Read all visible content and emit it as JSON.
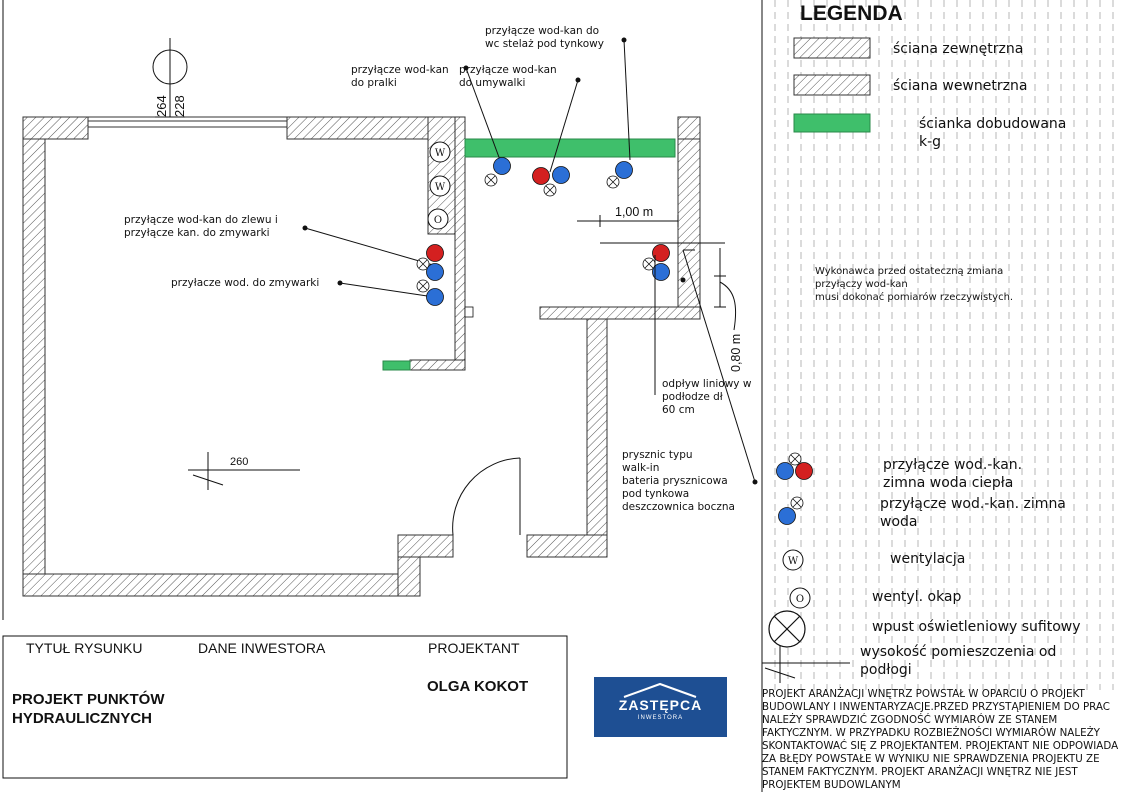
{
  "colors": {
    "wall_hatch": "#555555",
    "green_wall": "#3fbf6b",
    "cold_water": "#2b6fd6",
    "hot_water": "#d42020",
    "logo_bg": "#1e4f93"
  },
  "plan": {
    "dim_264": "264",
    "dim_228": "228",
    "dim_260": "260",
    "dim_100": "1,00 m",
    "dim_080": "0,80 m",
    "vent_w": "W",
    "vent_o": "O",
    "labels": {
      "wc": [
        "przyłącze wod-kan do",
        "wc stelaż pod tynkowy"
      ],
      "pralka": [
        "przyłącze wod-kan",
        "do pralki"
      ],
      "umywalka": [
        "przyłącze wod-kan",
        "do umywalki"
      ],
      "zlew": [
        "przyłącze wod-kan do zlewu i",
        "przyłącze kan. do zmywarki"
      ],
      "zmywarka": [
        "przyłacze wod. do zmywarki"
      ],
      "wykonawca": [
        "Wykonawca przed ostateczną zmiana",
        "przyłączy wod-kan",
        "musi dokonać pomiarów rzeczywistych."
      ],
      "odplyw": [
        "odpływ liniowy w",
        "podłodze dł",
        "60 cm"
      ],
      "prysznic": [
        "prysznic typu",
        "walk-in",
        "bateria prysznicowa",
        "pod tynkowa",
        "deszczownica boczna"
      ]
    }
  },
  "legend": {
    "title": "LEGENDA",
    "items": {
      "sciana_zew": "ściana zewnętrzna",
      "sciana_wew": "ściana wewnetrzna",
      "scianka": [
        "ścianka dobudowana",
        "k-g"
      ],
      "przylacze_cw": [
        "przyłącze wod.-kan.",
        "zimna woda  ciepła"
      ],
      "przylacze_z": [
        "przyłącze wod.-kan. zimna",
        "woda"
      ],
      "wentylacja": "wentylacja",
      "okap": "wentyl. okap",
      "wpust": "wpust oświetleniowy sufitowy",
      "wysokosc": [
        "wysokość pomieszczenia od",
        "podłogi"
      ]
    }
  },
  "title_block": {
    "tytul_label": "TYTUŁ RYSUNKU",
    "dane_label": "DANE INWESTORA",
    "projektant_label": "PROJEKTANT",
    "title": [
      "PROJEKT PUNKTÓW",
      "HYDRAULICZNYCH"
    ],
    "designer": "OLGA KOKOT",
    "logo_main": "ZASTĘPCA",
    "logo_sub": "INWESTORA"
  },
  "notes": "PROJEKT ARANŻACJI WNĘTRZ POWSTAŁ W OPARCIU O PROJEKT BUDOWLANY I INWENTARYZACJE.PRZED PRZYSTĄPIENIEM DO PRAC NALEŻY SPRAWDZIĆ ZGODNOŚĆ WYMIARÓW ZE STANEM FAKTYCZNYM. W PRZYPADKU ROZBIEŻNOŚCI WYMIARÓW NALEŻY SKONTAKTOWAĆ SIĘ Z PROJEKTANTEM. PROJEKTANT NIE ODPOWIADA ZA BŁĘDY POWSTAŁE W WYNIKU NIE SPRAWDZENIA PROJEKTU ZE STANEM FAKTYCZNYM. PROJEKT ARANŻACJI WNĘTRZ NIE JEST PROJEKTEM BUDOWLANYM"
}
